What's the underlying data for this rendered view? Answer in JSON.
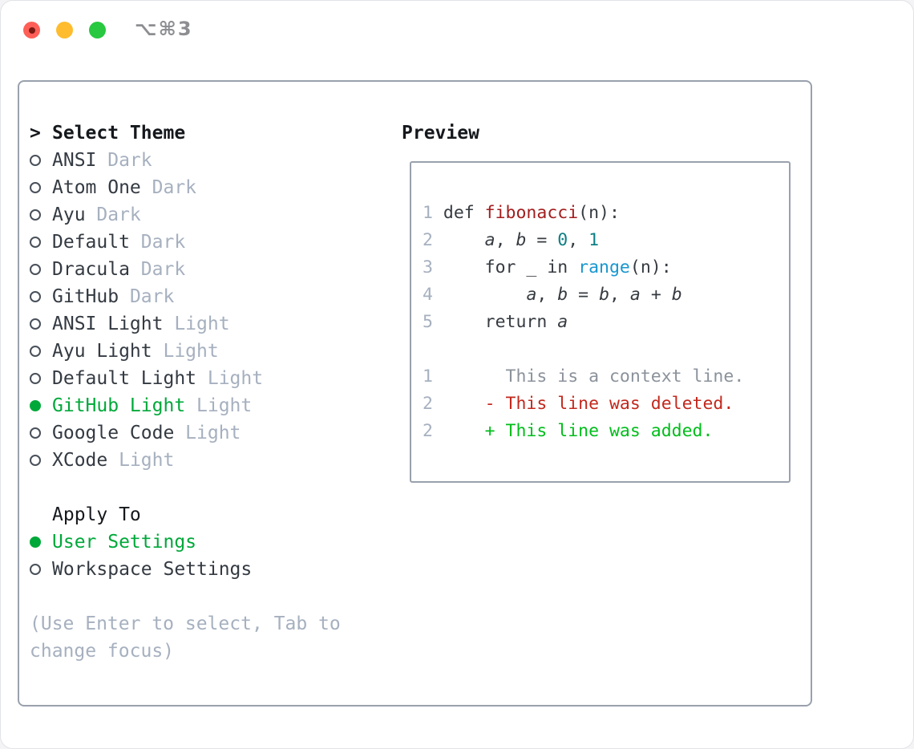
{
  "window": {
    "title": "⌥⌘3"
  },
  "colors": {
    "traffic-red": "#ff5f57",
    "traffic-red-dot": "#7b1a12",
    "traffic-yellow": "#febc2e",
    "traffic-green": "#28c840",
    "title-gray": "#8d8e92",
    "panel-border": "#99a1ac",
    "heading": "#15181c",
    "text": "#343a42",
    "muted": "#a6b0bf",
    "radio-ring": "#49505a",
    "green": "#00a83a",
    "code-plain": "#363b41",
    "red-title": "#a31d1e",
    "teal": "#0d7f84",
    "blue": "#1897d0",
    "context-gray": "#8b929b",
    "diff-red": "#c2281d",
    "diff-green": "#00bd1a"
  },
  "theme_panel": {
    "header": {
      "marker": ">",
      "label": "Select Theme"
    },
    "themes": [
      {
        "name": "ANSI",
        "variant": "Dark",
        "selected": false
      },
      {
        "name": "Atom One",
        "variant": "Dark",
        "selected": false
      },
      {
        "name": "Ayu",
        "variant": "Dark",
        "selected": false
      },
      {
        "name": "Default",
        "variant": "Dark",
        "selected": false
      },
      {
        "name": "Dracula",
        "variant": "Dark",
        "selected": false
      },
      {
        "name": "GitHub",
        "variant": "Dark",
        "selected": false
      },
      {
        "name": "ANSI Light",
        "variant": "Light",
        "selected": false
      },
      {
        "name": "Ayu Light",
        "variant": "Light",
        "selected": false
      },
      {
        "name": "Default Light",
        "variant": "Light",
        "selected": false
      },
      {
        "name": "GitHub Light",
        "variant": "Light",
        "selected": true
      },
      {
        "name": "Google Code",
        "variant": "Light",
        "selected": false
      },
      {
        "name": "XCode",
        "variant": "Light",
        "selected": false
      }
    ],
    "apply_to": {
      "label": "Apply To",
      "options": [
        {
          "name": "User Settings",
          "selected": true
        },
        {
          "name": "Workspace Settings",
          "selected": false
        }
      ]
    },
    "hint_lines": [
      "(Use Enter to select, Tab to",
      "change focus)"
    ]
  },
  "preview": {
    "label": "Preview",
    "code_lines": [
      {
        "num": "1",
        "tokens": [
          {
            "t": "def ",
            "c": "plain"
          },
          {
            "t": "fibonacci",
            "c": "title"
          },
          {
            "t": "(n):",
            "c": "plain"
          }
        ]
      },
      {
        "num": "2",
        "tokens": [
          {
            "t": "    ",
            "c": "plain"
          },
          {
            "t": "a",
            "c": "var"
          },
          {
            "t": ", ",
            "c": "plain"
          },
          {
            "t": "b",
            "c": "var"
          },
          {
            "t": " = ",
            "c": "plain"
          },
          {
            "t": "0",
            "c": "num"
          },
          {
            "t": ", ",
            "c": "plain"
          },
          {
            "t": "1",
            "c": "num"
          }
        ]
      },
      {
        "num": "3",
        "tokens": [
          {
            "t": "    for _ in ",
            "c": "plain"
          },
          {
            "t": "range",
            "c": "builtin"
          },
          {
            "t": "(n):",
            "c": "plain"
          }
        ]
      },
      {
        "num": "4",
        "tokens": [
          {
            "t": "        ",
            "c": "plain"
          },
          {
            "t": "a",
            "c": "var"
          },
          {
            "t": ", ",
            "c": "plain"
          },
          {
            "t": "b",
            "c": "var"
          },
          {
            "t": " = ",
            "c": "plain"
          },
          {
            "t": "b",
            "c": "var"
          },
          {
            "t": ", ",
            "c": "plain"
          },
          {
            "t": "a",
            "c": "var"
          },
          {
            "t": " + ",
            "c": "plain"
          },
          {
            "t": "b",
            "c": "var"
          }
        ]
      },
      {
        "num": "5",
        "tokens": [
          {
            "t": "    return ",
            "c": "plain"
          },
          {
            "t": "a",
            "c": "var"
          }
        ]
      },
      {
        "num": "",
        "tokens": []
      },
      {
        "num": "1",
        "tokens": [
          {
            "t": "      ",
            "c": "plain"
          },
          {
            "t": "This is a context line.",
            "c": "context"
          }
        ]
      },
      {
        "num": "2",
        "tokens": [
          {
            "t": "    ",
            "c": "plain"
          },
          {
            "t": "- This line was deleted.",
            "c": "removed"
          }
        ]
      },
      {
        "num": "2",
        "tokens": [
          {
            "t": "    ",
            "c": "plain"
          },
          {
            "t": "+ This line was added.",
            "c": "added"
          }
        ]
      }
    ]
  }
}
